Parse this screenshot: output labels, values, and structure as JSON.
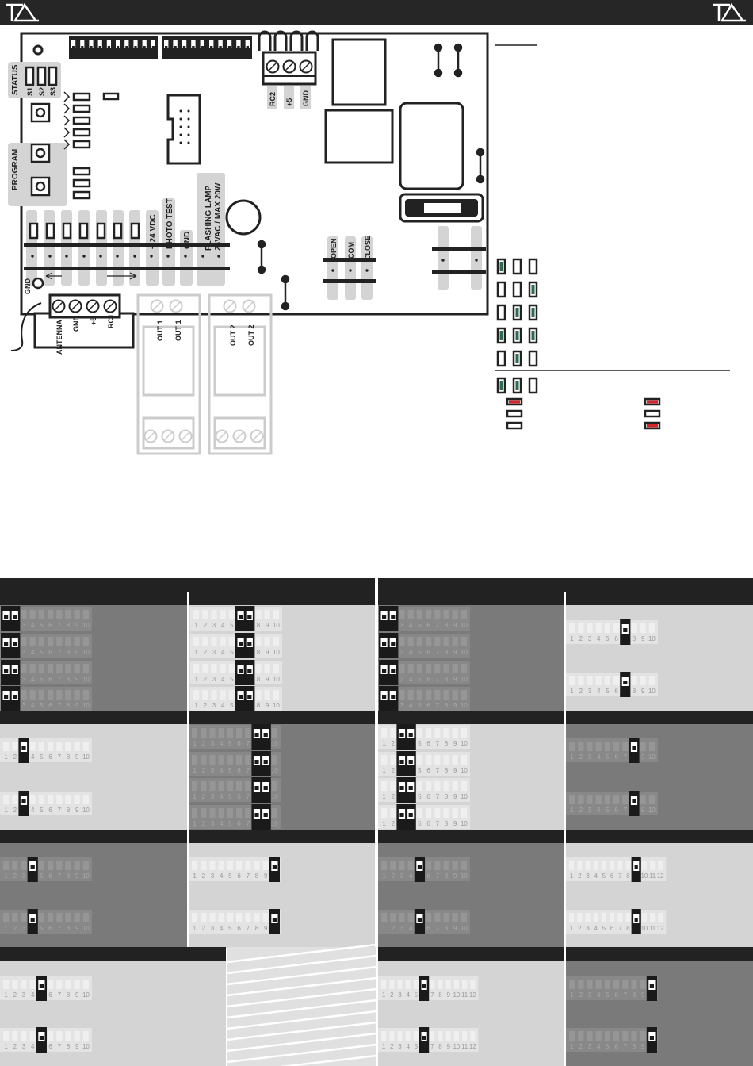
{
  "header": {
    "logo_left": "logo-icon",
    "logo_right": "logo-icon"
  },
  "board": {
    "status": {
      "title": "STATUS",
      "leds": [
        "S1",
        "S2",
        "S3"
      ]
    },
    "program": {
      "title": "PROGRAM"
    },
    "rf_connector": {
      "labels": [
        "RC2",
        "+5",
        "GND"
      ]
    },
    "terminals_main": {
      "labels": [
        "+ 24 VDC",
        "PHOTO TEST",
        "GND"
      ]
    },
    "flashing_lamp": {
      "line1": "FLASHING LAMP",
      "line2": "24VAC / MAX 20W"
    },
    "relay_terminals": {
      "labels": [
        "OPEN",
        "COM",
        "CLOSE"
      ]
    },
    "gnd_side": "GND",
    "antenna_block": {
      "labels": [
        "ANTENNA",
        "GND",
        "+5",
        "RC1"
      ]
    },
    "out1": {
      "labels": [
        "OUT 1",
        "OUT 1"
      ]
    },
    "out2": {
      "labels": [
        "OUT 2",
        "OUT 2"
      ]
    }
  },
  "dip": {
    "numbers10": [
      "1",
      "2",
      "3",
      "4",
      "5",
      "6",
      "7",
      "8",
      "9",
      "10"
    ],
    "numbers12": [
      "1",
      "2",
      "3",
      "4",
      "5",
      "6",
      "7",
      "8",
      "9",
      "10",
      "11",
      "12"
    ]
  },
  "colors": {
    "header_bg": "#262626",
    "led_green": "#2e6b4f",
    "led_red": "#d0262c",
    "panel_dark": "#7a7a7a",
    "panel_light": "#d4d4d4"
  }
}
